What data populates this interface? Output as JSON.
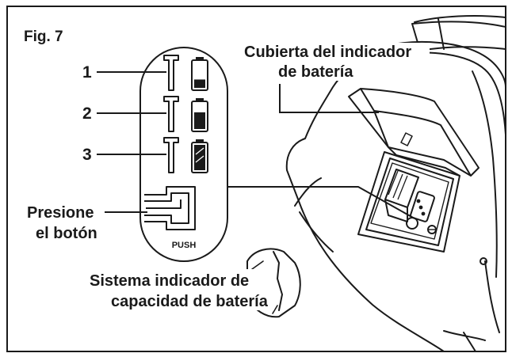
{
  "figure": {
    "label": "Fig. 7"
  },
  "indicator_panel": {
    "levels": [
      {
        "number": "1",
        "charge_fraction": 0.33
      },
      {
        "number": "2",
        "charge_fraction": 0.66
      },
      {
        "number": "3",
        "charge_fraction": 1.0
      }
    ],
    "push_label": "PUSH"
  },
  "labels": {
    "cover_line1": "Cubierta del indicador",
    "cover_line2": "de batería",
    "press_line1": "Presione",
    "press_line2": "el botón",
    "system_line1": "Sistema indicador de",
    "system_line2": "capacidad de batería"
  },
  "colors": {
    "ink": "#1a1a1a",
    "paper": "#ffffff"
  }
}
